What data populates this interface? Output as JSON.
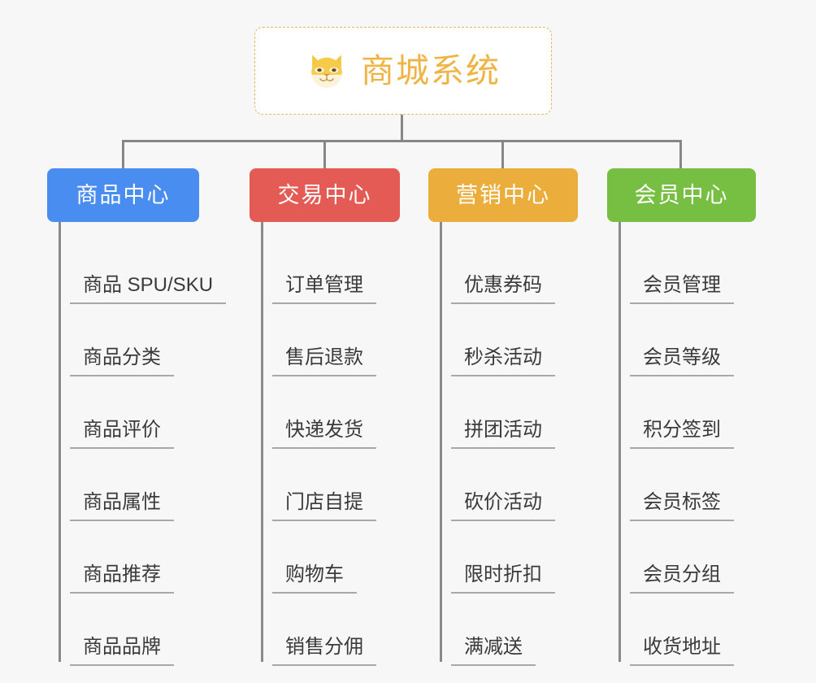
{
  "root": {
    "title": "商城系统",
    "icon": "dog-face-emoji",
    "border_color": "#e8b663",
    "text_color": "#efb443"
  },
  "connector_color": "#868686",
  "background_color": "#f7f7f7",
  "columns": [
    {
      "id": "product-center",
      "label": "商品中心",
      "color": "#4a8df0",
      "items": [
        "商品 SPU/SKU",
        "商品分类",
        "商品评价",
        "商品属性",
        "商品推荐",
        "商品品牌"
      ]
    },
    {
      "id": "trade-center",
      "label": "交易中心",
      "color": "#e45b55",
      "items": [
        "订单管理",
        "售后退款",
        "快递发货",
        "门店自提",
        "购物车",
        "销售分佣"
      ]
    },
    {
      "id": "marketing-center",
      "label": "营销中心",
      "color": "#ebae3c",
      "items": [
        "优惠券码",
        "秒杀活动",
        "拼团活动",
        "砍价活动",
        "限时折扣",
        "满减送"
      ]
    },
    {
      "id": "member-center",
      "label": "会员中心",
      "color": "#76bf43",
      "items": [
        "会员管理",
        "会员等级",
        "积分签到",
        "会员标签",
        "会员分组",
        "收货地址"
      ]
    }
  ]
}
